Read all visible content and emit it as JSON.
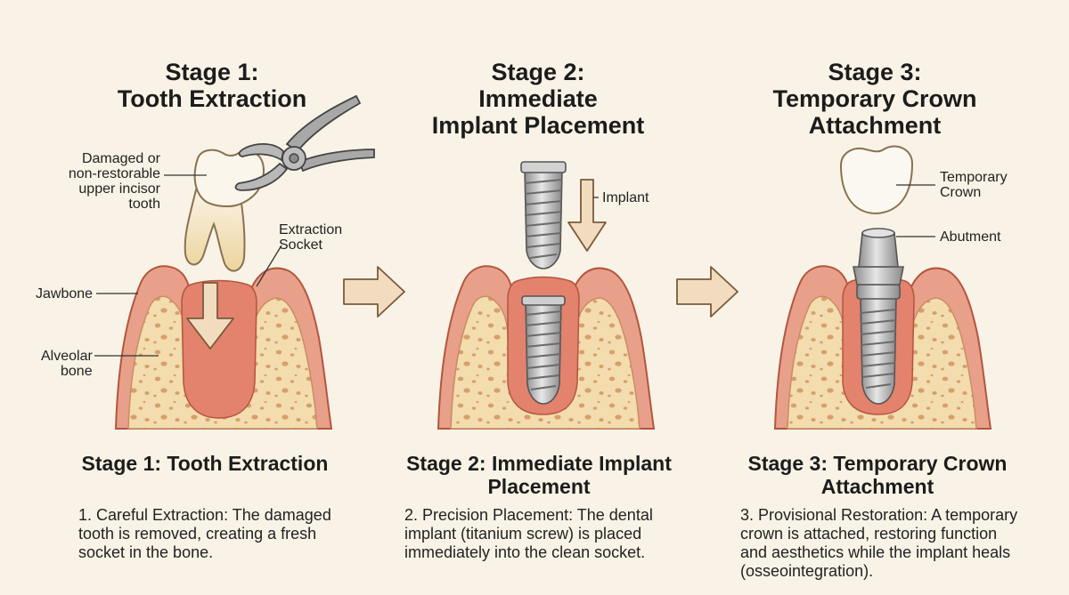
{
  "stage1": {
    "heading_line1": "Stage 1:",
    "heading_line2": "Tooth Extraction",
    "labels": {
      "damaged_tooth": [
        "Damaged or",
        "non-restorable",
        "upper incisor",
        "tooth"
      ],
      "extraction_socket": [
        "Extraction",
        "Socket"
      ],
      "jawbone": "Jawbone",
      "alveolar_bone": [
        "Alveolar",
        "bone"
      ]
    },
    "caption_title": "Stage 1: Tooth Extraction",
    "caption_text": [
      "1. Careful Extraction: The damaged",
      "tooth is removed, creating a fresh",
      "socket in the bone."
    ]
  },
  "stage2": {
    "heading_line1": "Stage 2:",
    "heading_line2": "Immediate",
    "heading_line3": "Implant Placement",
    "labels": {
      "implant": "Implant"
    },
    "caption_title_line1": "Stage 2: Immediate Implant",
    "caption_title_line2": "Placement",
    "caption_text": [
      "2. Precision Placement: The dental",
      "implant (titanium screw) is placed",
      "immediately into the clean socket."
    ]
  },
  "stage3": {
    "heading_line1": "Stage 3:",
    "heading_line2": "Temporary Crown",
    "heading_line3": "Attachment",
    "labels": {
      "temporary_crown": [
        "Temporary",
        "Crown"
      ],
      "abutment": "Abutment"
    },
    "caption_title_line1": "Stage 3: Temporary Crown",
    "caption_title_line2": "Attachment",
    "caption_text": [
      "3. Provisional Restoration: A temporary",
      "crown is attached, restoring function",
      "and aesthetics while the implant heals",
      "(osseointegration)."
    ]
  },
  "colors": {
    "background": "#f8f3e6",
    "gum": "#e8a08a",
    "gum_dark": "#b4553e",
    "bone": "#f3dcae",
    "socket": "#e3826d",
    "arrow": "#f2dcc0",
    "tooth": "#fbf6ec",
    "metal": "#bfbfbf"
  }
}
